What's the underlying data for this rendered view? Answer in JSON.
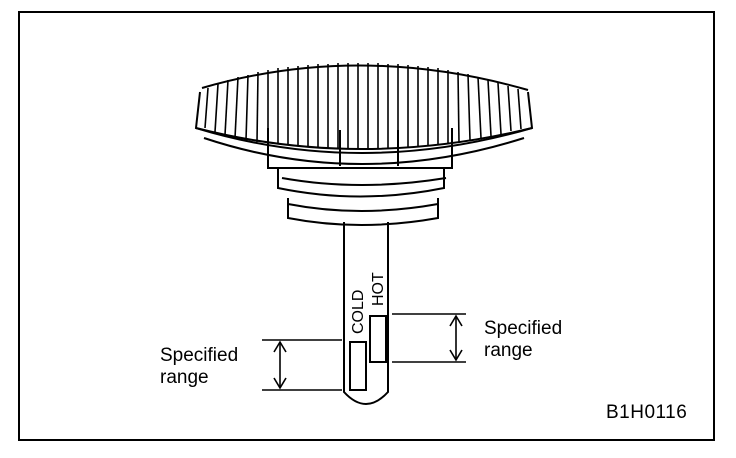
{
  "diagram": {
    "left_label": {
      "line1": "Specified",
      "line2": "range"
    },
    "right_label": {
      "line1": "Specified",
      "line2": "range"
    },
    "gauge_marks": {
      "cold": "COLD",
      "hot": "HOT"
    },
    "figure_code": "B1H0116"
  },
  "colors": {
    "ink": "#000000",
    "paper": "#ffffff"
  }
}
